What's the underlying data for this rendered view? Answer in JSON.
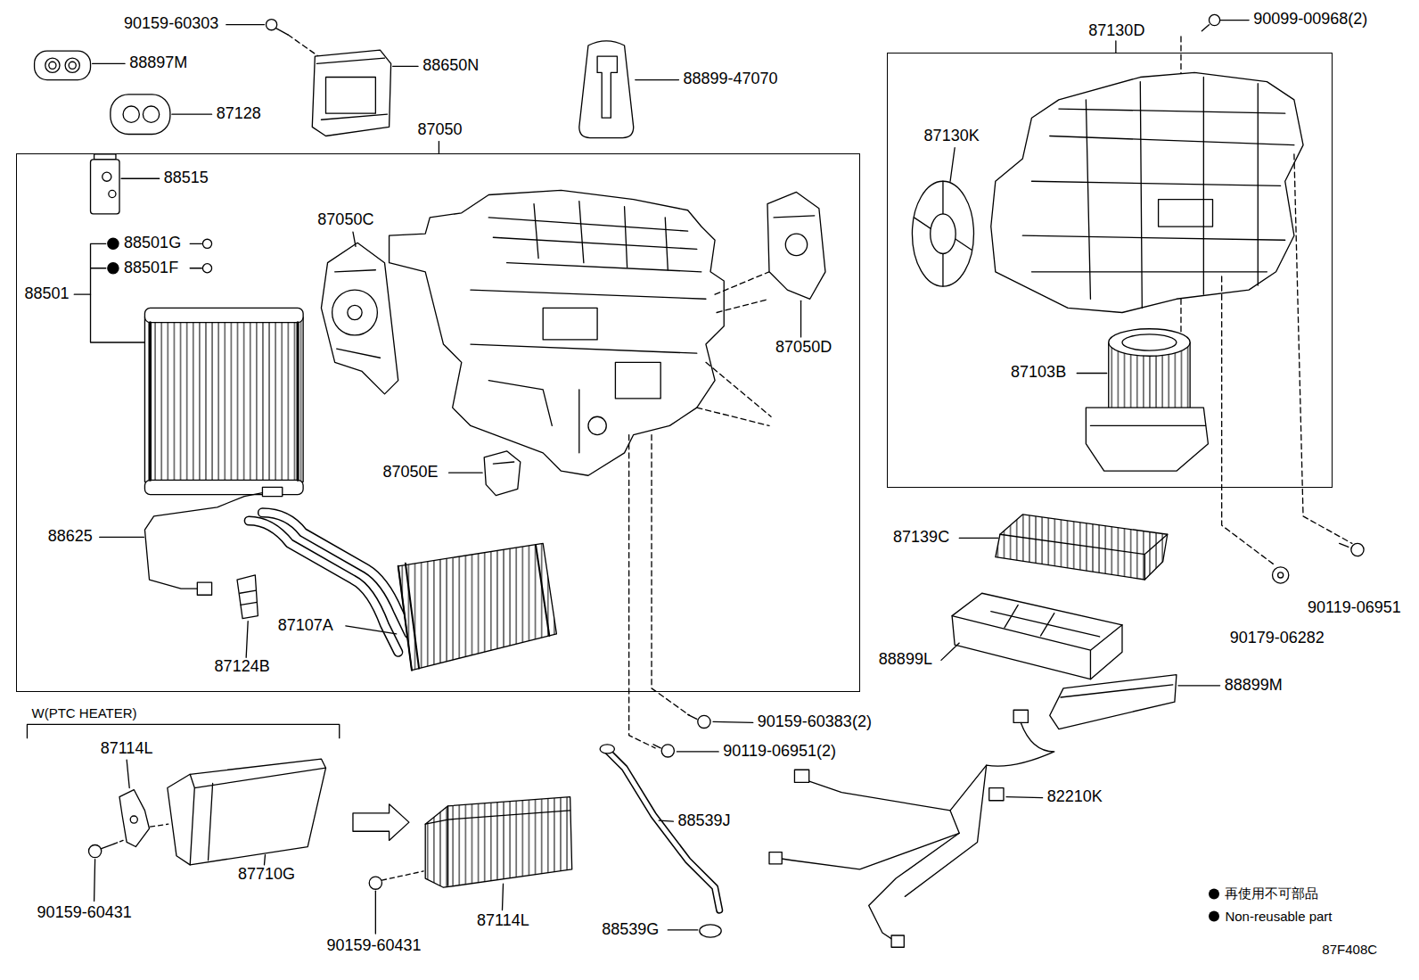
{
  "diagram": {
    "nodes": [
      {
        "text": [
          "87050"
        ]
      },
      {
        "text": [
          "87130D"
        ]
      }
    ],
    "labels": [
      "90159-60303",
      "88897M",
      "88650N",
      "88899-47070",
      "87128",
      "90099-00968(2)",
      "88515",
      "88501G",
      "88501F",
      "88501",
      "87050C",
      "87050D",
      "87050E",
      "88625",
      "87107A",
      "87124B",
      "87130K",
      "87103B",
      "87139C",
      "90119-06951",
      "90179-06282",
      "88899L",
      "88899M",
      "90159-60383(2)",
      "90119-06951(2)",
      "W(PTC HEATER)",
      "87114L",
      "87710G",
      "90159-60431",
      "87114L",
      "90159-60431",
      "88539J",
      "88539G",
      "82210K",
      "87F408C"
    ],
    "legend": [
      {
        "text": "再使用不可部品",
        "color": "#000000"
      },
      {
        "text": "Non-reusable part",
        "color": "#000000"
      }
    ]
  }
}
